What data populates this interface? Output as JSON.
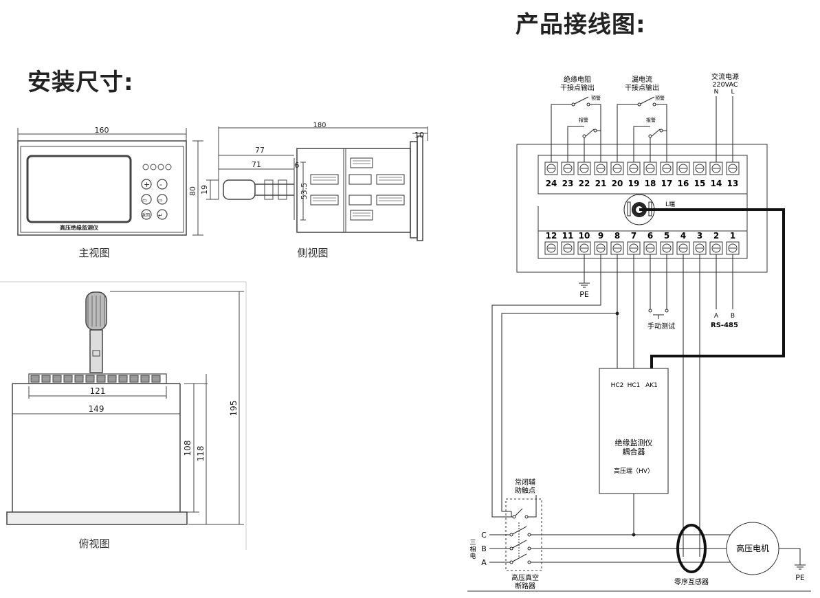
{
  "headers": {
    "install": "安装尺寸:",
    "wiring": "产品接线图:"
  },
  "front": {
    "width": "160",
    "height": "80",
    "model": "高压绝缘监测仪",
    "caption": "主视图"
  },
  "side": {
    "top": "180",
    "d77": "77",
    "d71": "71",
    "d6": "6",
    "d10": "10",
    "d19": "19",
    "d53": "53.5",
    "caption": "侧视图"
  },
  "topview": {
    "d121": "121",
    "d149": "149",
    "d108": "108",
    "d118": "118",
    "d195": "195",
    "caption": "俯视图"
  },
  "wiring": {
    "ins_out_1": "绝缘电阻",
    "ins_out_2": "干接点输出",
    "leak_out_1": "漏电流",
    "leak_out_2": "干接点输出",
    "power_1": "交流电源",
    "power_2": "220VAC",
    "power_n": "N",
    "power_l": "L",
    "warn": "预警",
    "alarm": "报警",
    "top_terms": [
      "24",
      "23",
      "22",
      "21",
      "20",
      "19",
      "18",
      "17",
      "16",
      "15",
      "14",
      "13"
    ],
    "bot_terms": [
      "12",
      "11",
      "10",
      "9",
      "8",
      "7",
      "6",
      "5",
      "4",
      "3",
      "2",
      "1"
    ],
    "l_end": "L端",
    "pe": "PE",
    "manual_test": "手动测试",
    "rs_a": "A",
    "rs_b": "B",
    "rs485": "RS-485",
    "coupler_pins": [
      "HC2",
      "HC1",
      "AK1"
    ],
    "coupler_1": "绝缘监测仪",
    "coupler_2": "耦合器",
    "hv_end": "高压端（HV）",
    "aux_1": "常闭辅",
    "aux_2": "助触点",
    "phase_c": "C",
    "phase_b": "B",
    "phase_a": "A",
    "three_phase": [
      "三",
      "相",
      "电"
    ],
    "breaker_1": "高压真空",
    "breaker_2": "断路器",
    "zct": "零序互感器",
    "motor": "高压电机",
    "pe2": "PE"
  }
}
